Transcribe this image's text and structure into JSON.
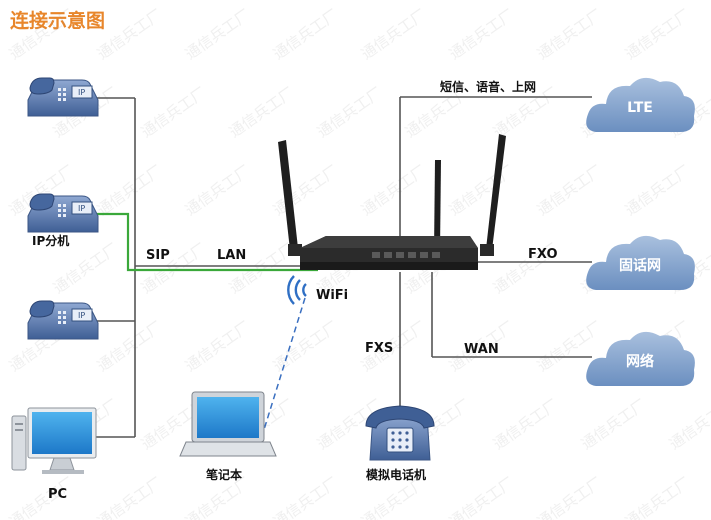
{
  "title": "连接示意图",
  "watermark": "通信兵工厂",
  "labels": {
    "sip": "SIP",
    "lan": "LAN",
    "wifi": "WiFi",
    "fxs": "FXS",
    "fxo": "FXO",
    "wan": "WAN",
    "lte_services": "短信、语音、上网",
    "ip_phone": "IP分机",
    "pc": "PC",
    "laptop": "笔记本",
    "analog_phone": "模拟电话机"
  },
  "clouds": {
    "lte": "LTE",
    "pstn": "固话网",
    "internet": "网络"
  },
  "colors": {
    "title": "#e8862b",
    "cloud_fill": "#7a9cc8",
    "phone_fill": "#5a7bb0",
    "lan_green": "#3aa83a",
    "wifi_dash": "#3a6fc0",
    "line": "#555555"
  }
}
